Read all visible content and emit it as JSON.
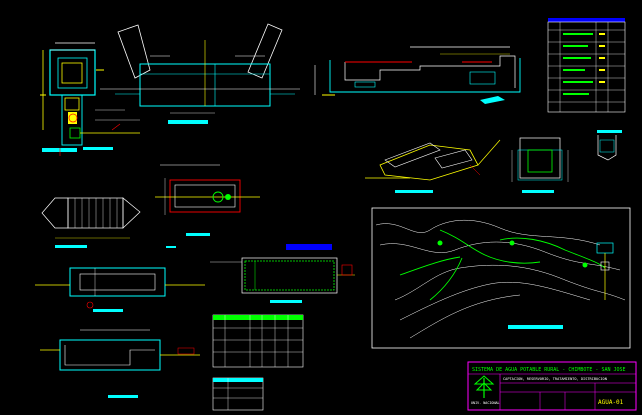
{
  "title_block": {
    "project_title": "SISTEMA DE AGUA POTABLE RURAL - CHIMBOTE - SAN JOSE",
    "sheet_description": "CAPTACION, RESERVORIO, TRATAMIENTO, DISTRIBUCION",
    "logo_text": "UNIV. NACIONAL",
    "sheet_number": "AGUA-01"
  },
  "colors": {
    "background": "#000000",
    "outline_cyan": "#00ffff",
    "line_white": "#ffffff",
    "line_yellow": "#ffff00",
    "line_green": "#00ff00",
    "line_red": "#ff0000",
    "line_blue": "#2a44ff",
    "line_magenta": "#ff00ff"
  },
  "icons": {
    "tree_icon": "stylized-tree-logo"
  }
}
